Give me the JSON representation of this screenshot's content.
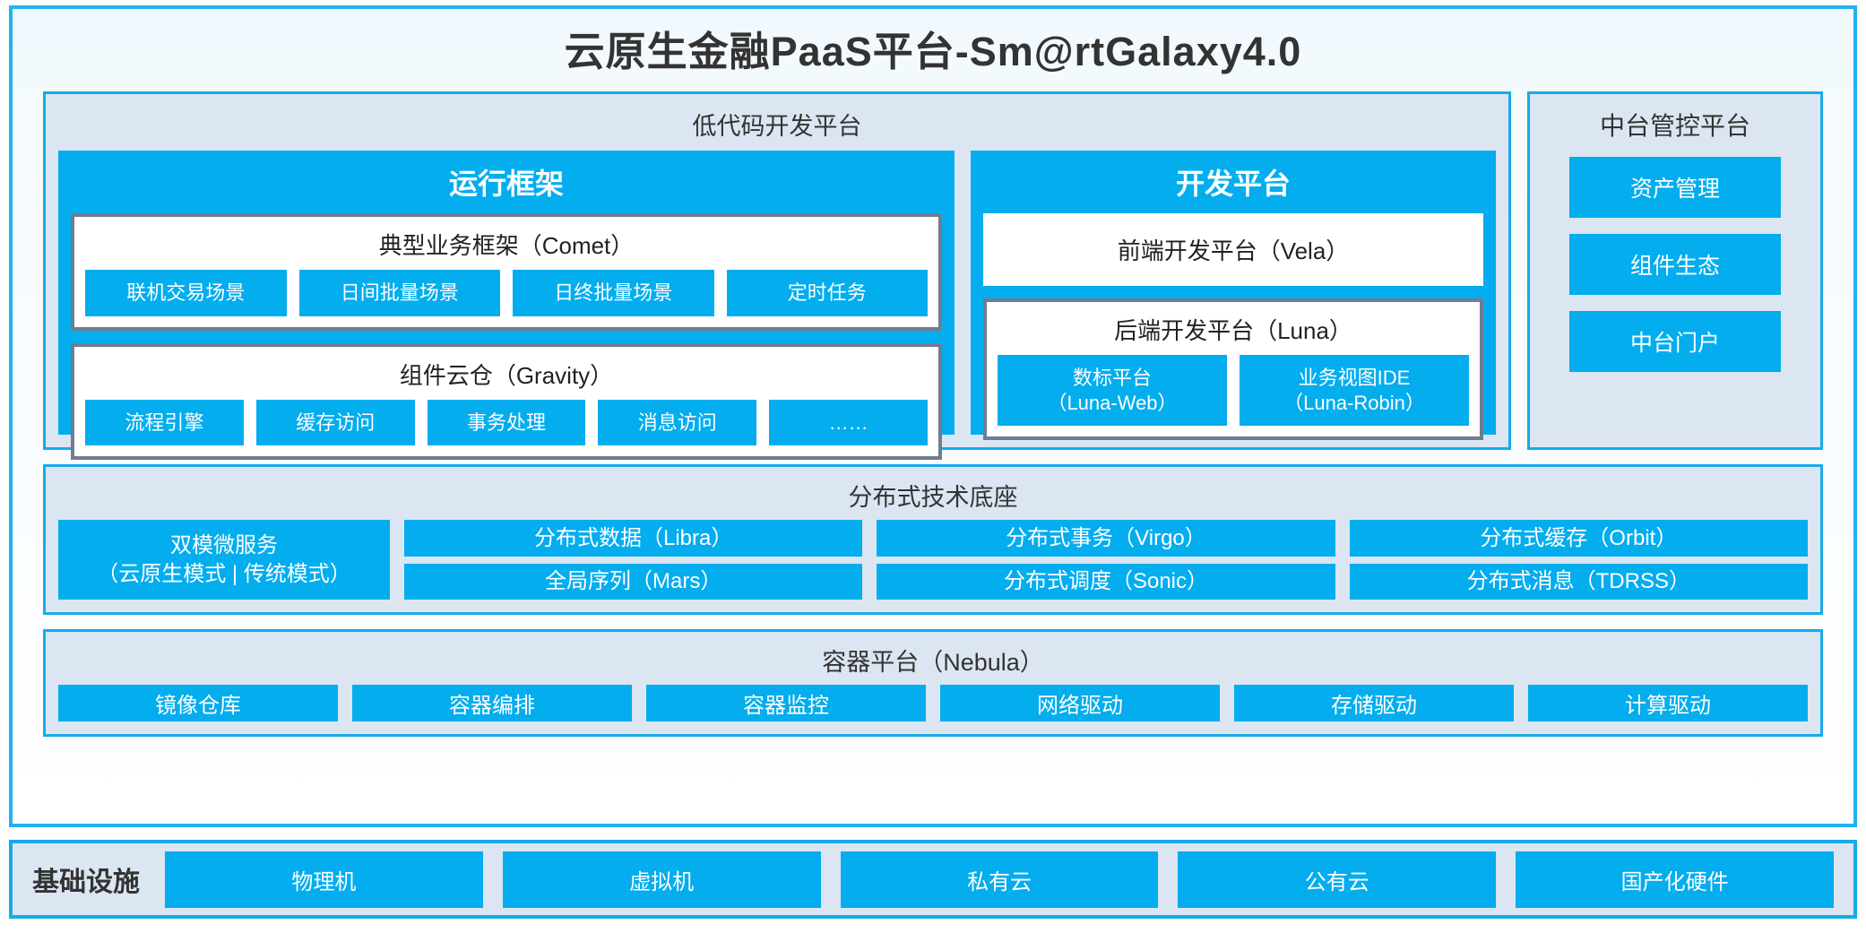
{
  "title": "云原生金融PaaS平台-Sm@rtGalaxy4.0",
  "lowcode": {
    "title": "低代码开发平台",
    "runtime": {
      "title": "运行框架",
      "comet": {
        "title": "典型业务框架（Comet）",
        "items": [
          "联机交易场景",
          "日间批量场景",
          "日终批量场景",
          "定时任务"
        ]
      },
      "gravity": {
        "title": "组件云仓（Gravity）",
        "items": [
          "流程引擎",
          "缓存访问",
          "事务处理",
          "消息访问",
          "……"
        ]
      }
    },
    "devplatform": {
      "title": "开发平台",
      "vela": "前端开发平台（Vela）",
      "luna": {
        "title": "后端开发平台（Luna）",
        "items": [
          {
            "line1": "数标平台",
            "line2": "（Luna-Web）"
          },
          {
            "line1": "业务视图IDE",
            "line2": "（Luna-Robin）"
          }
        ]
      }
    }
  },
  "management": {
    "title": "中台管控平台",
    "items": [
      "资产管理",
      "组件生态",
      "中台门户"
    ]
  },
  "techbase": {
    "title": "分布式技术底座",
    "wide_cell": {
      "line1": "双模微服务",
      "line2": "（云原生模式 | 传统模式）"
    },
    "columns": [
      [
        "分布式数据（Libra）",
        "全局序列（Mars）"
      ],
      [
        "分布式事务（Virgo）",
        "分布式调度（Sonic）"
      ],
      [
        "分布式缓存（Orbit）",
        "分布式消息（TDRSS）"
      ]
    ]
  },
  "container": {
    "title": "容器平台（Nebula）",
    "items": [
      "镜像仓库",
      "容器编排",
      "容器监控",
      "网络驱动",
      "存储驱动",
      "计算驱动"
    ]
  },
  "infrastructure": {
    "label": "基础设施",
    "items": [
      "物理机",
      "虚拟机",
      "私有云",
      "公有云",
      "国产化硬件"
    ]
  },
  "colors": {
    "primary_blue": "#03ADEE",
    "border_blue": "#14ACE8",
    "outer_border": "#22B2F0",
    "panel_bg": "#DCE6F2",
    "box_border_gray": "#6F7C91",
    "text_dark": "#333333"
  }
}
